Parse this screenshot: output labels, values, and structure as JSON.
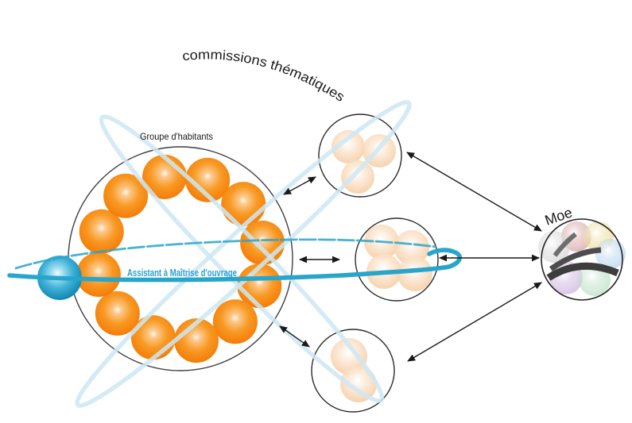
{
  "title": {
    "text": "commissions thématiques"
  },
  "group": {
    "label": "Groupe d'habitants",
    "member_count": 12
  },
  "amo": {
    "label": "Assistant à Maîtrise d'ouvrage"
  },
  "moe": {
    "label": "Moe",
    "sphere_colors": [
      "#D8A4A4",
      "#EBDD9C",
      "#D7D7D7",
      "#B7D5EC",
      "#CFB5E0",
      "#BCE0C6"
    ]
  },
  "commissions": [
    {
      "id": "top",
      "member_count": 3
    },
    {
      "id": "middle",
      "member_count": 4
    },
    {
      "id": "bottom",
      "member_count": 2
    }
  ],
  "colors": {
    "orange_sphere": "#F58718",
    "peach_sphere": "#F7CFA6",
    "amo_sphere": "#1E9DC9",
    "teal_orbit": "#28A5CB",
    "pale_orbit": "#CDE8F4",
    "outline": "#2B2B2B",
    "arrow": "#1A1A1A",
    "amo_text": "#2BA0D2",
    "label_text": "#1A1A1A",
    "swoosh": "#4A4A4A"
  }
}
